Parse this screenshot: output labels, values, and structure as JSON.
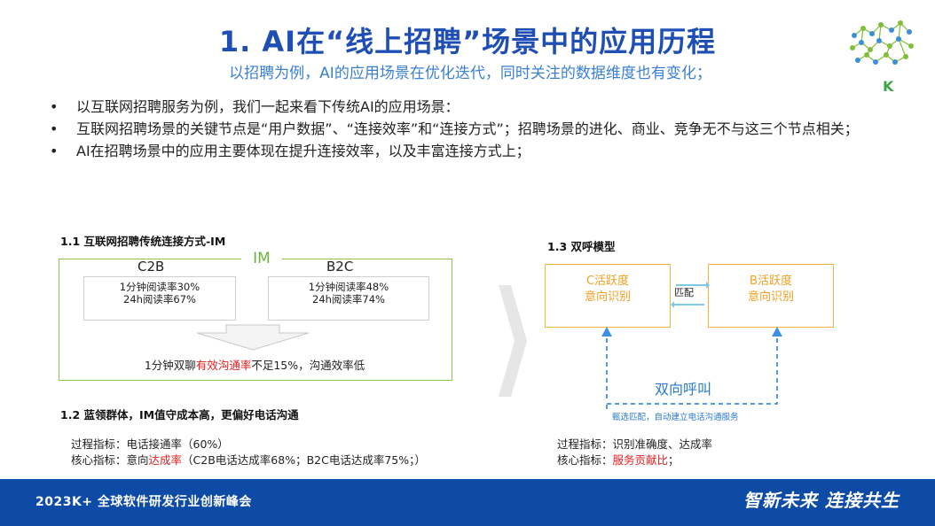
{
  "header": {
    "title": "1. AI在“线上招聘”场景中的应用历程",
    "subtitle": "以招聘为例，AI的应用场景在优化迭代，同时关注的数据维度也有变化；",
    "logo_letter": "K"
  },
  "bullets": [
    "以互联网招聘服务为例，我们一起来看下传统AI的应用场景：",
    "互联网招聘场景的关键节点是“用户数据”、“连接效率”和“连接方式”；招聘场景的进化、商业、竞争无不与这三个节点相关；",
    "AI在招聘场景中的应用主要体现在提升连接效率，以及丰富连接方式上；"
  ],
  "bullet_mark": "•",
  "section_im": {
    "heading": "1.1 互联网招聘传统连接方式-IM",
    "label": "IM",
    "c2b": {
      "title": "C2B",
      "line1": "1分钟阅读率30%",
      "line2": "24h阅读率67%"
    },
    "b2c": {
      "title": "B2C",
      "line1": "1分钟阅读率48%",
      "line2": "24h阅读率74%"
    },
    "note_before": "1分钟双聊",
    "note_highlight": "有效沟通率",
    "note_after": "不足15%，沟通效率低"
  },
  "section_bluecollar": {
    "heading": "1.2 蓝领群体，IM值守成本高，更偏好电话沟通",
    "process_label": "过程指标：",
    "process_value": "电话接通率（60%）",
    "core_label": "核心指标：",
    "core_before": "意向",
    "core_highlight": "达成率",
    "core_after": "（C2B电话达成率68%；B2C电话达成率75%；）"
  },
  "section_dual": {
    "heading": "1.3 双呼模型",
    "c_box_line1": "C活跃度",
    "c_box_line2": "意向识别",
    "b_box_line1": "B活跃度",
    "b_box_line2": "意向识别",
    "match_label": "匹配",
    "dual_call": "双向呼叫",
    "dual_note": "甄选匹配，自动建立电话沟通服务",
    "process_label": "过程指标：",
    "process_value": "识别准确度、达成率",
    "core_label": "核心指标：",
    "core_highlight": "服务贡献比",
    "core_after": "；"
  },
  "footer": {
    "event": "2023K+ 全球软件研发行业创新峰会",
    "slogan": "智新未来 连接共生"
  },
  "colors": {
    "title_blue": "#1f4fb4",
    "subtitle_blue": "#3a7fd0",
    "im_green": "#8ec64a",
    "orange": "#f0b43c",
    "highlight_red": "#e02020",
    "footer_blue": "#0e4ba6"
  }
}
